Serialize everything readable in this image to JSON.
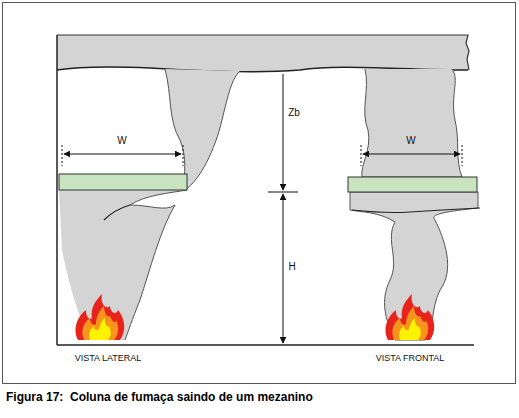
{
  "diagram": {
    "caption": "Figura 17:  Coluna de fumaça saindo de um mezanino",
    "labels": [
      "W",
      "W",
      "Zb",
      "H",
      "VISTA LATERAL",
      "VISTA FRONTAL"
    ]
  }
}
